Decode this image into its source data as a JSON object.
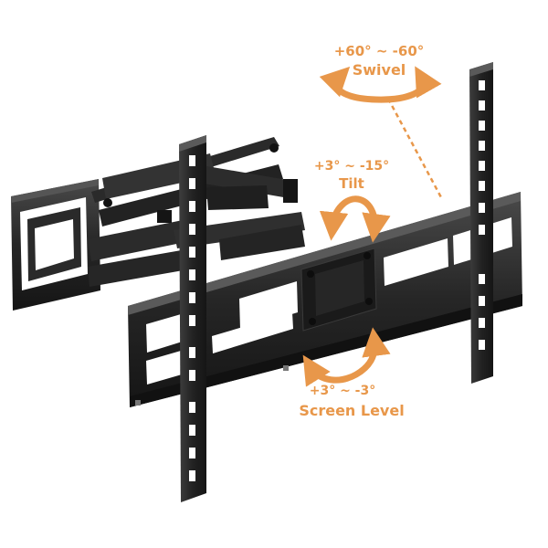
{
  "annotations": {
    "swivel": {
      "range": "+60° ~ -60°",
      "name": "Swivel"
    },
    "tilt": {
      "range": "+3° ~ -15°",
      "name": "Tilt"
    },
    "level": {
      "range": "+3° ~ -3°",
      "name": "Screen Level"
    }
  },
  "colors": {
    "accent": "#e8974a",
    "metal_dark": "#1c1c1c",
    "metal_mid": "#2e2e2e",
    "metal_light": "#4a4a4a",
    "background": "#ffffff"
  },
  "icons": {
    "swivel": "curved-double-arrow-icon",
    "tilt": "curved-double-arrow-icon",
    "level": "curved-double-arrow-icon"
  }
}
